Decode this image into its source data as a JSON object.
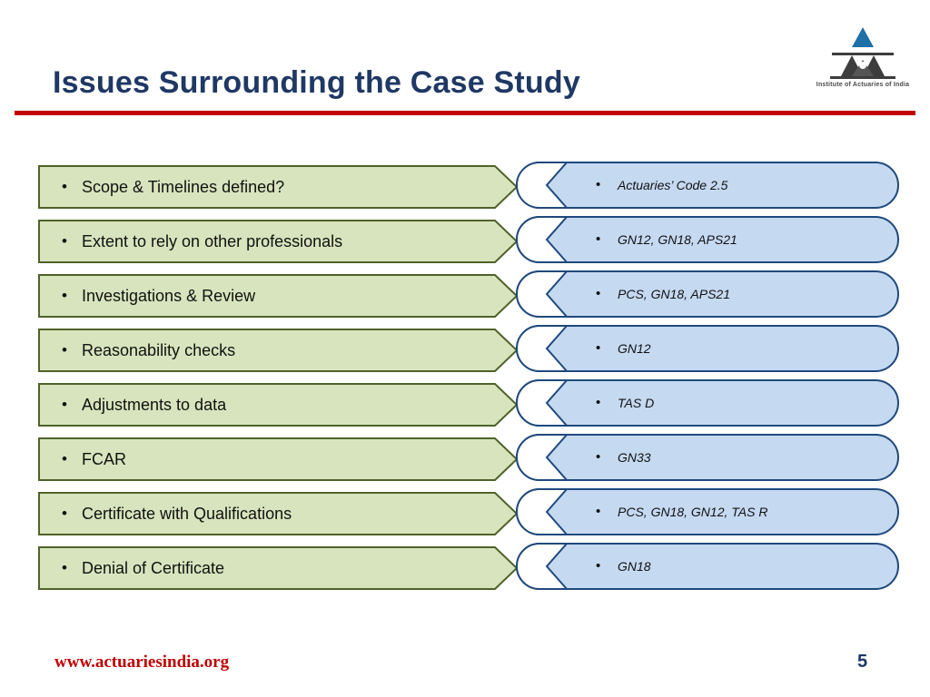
{
  "slide": {
    "title": "Issues Surrounding the Case Study",
    "accent_red": "#C00000",
    "title_color": "#1F3864",
    "green_fill": "#D7E4BD",
    "green_stroke": "#4F6228",
    "blue_fill": "#C5D9F1",
    "blue_stroke": "#1F497D"
  },
  "logo": {
    "caption": "Institute of Actuaries of India",
    "icon": "iai-triangle-logo"
  },
  "rows": [
    {
      "issue": "Scope & Timelines defined?",
      "guidance": "Actuaries’ Code 2.5"
    },
    {
      "issue": "Extent to rely on other professionals",
      "guidance": "GN12, GN18, APS21"
    },
    {
      "issue": "Investigations & Review",
      "guidance": "PCS, GN18, APS21"
    },
    {
      "issue": "Reasonability checks",
      "guidance": "GN12"
    },
    {
      "issue": "Adjustments to data",
      "guidance": "TAS D"
    },
    {
      "issue": "FCAR",
      "guidance": "GN33"
    },
    {
      "issue": "Certificate with Qualifications",
      "guidance": "PCS, GN18, GN12, TAS R"
    },
    {
      "issue": "Denial of Certificate",
      "guidance": "GN18"
    }
  ],
  "bullet_glyph": "•",
  "footer": {
    "url": "www.actuariesindia.org",
    "page_number": "5"
  }
}
